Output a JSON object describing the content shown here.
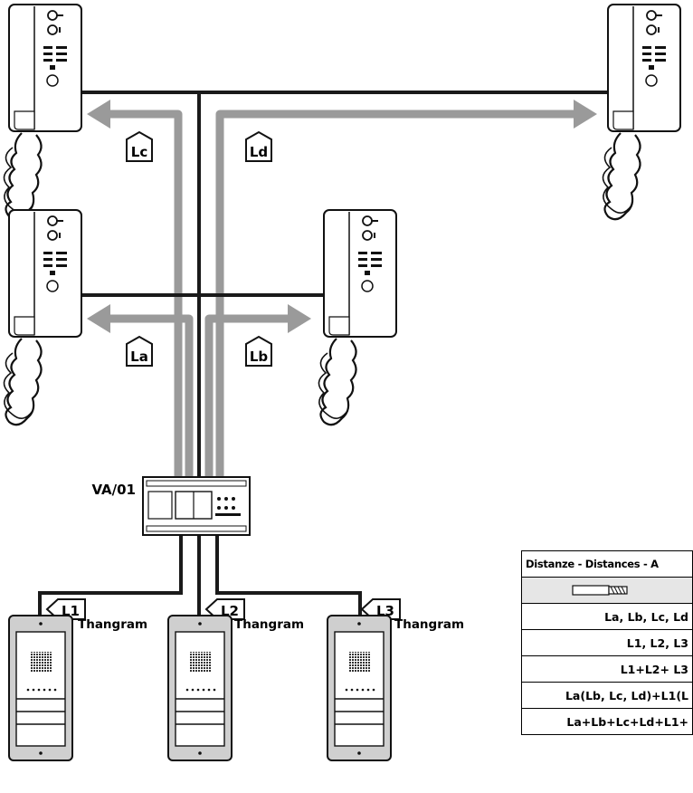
{
  "central_unit": {
    "label": "VA/01"
  },
  "branch_labels": {
    "la": "La",
    "lb": "Lb",
    "lc": "Lc",
    "ld": "Ld",
    "l1": "L1",
    "l2": "L2",
    "l3": "L3"
  },
  "panels": [
    {
      "name": "Thangram"
    },
    {
      "name": "Thangram"
    },
    {
      "name": "Thangram"
    }
  ],
  "table": {
    "header": "Distanze - Distances - A",
    "rows": [
      "La, Lb, Lc, Ld",
      "L1, L2, L3",
      "L1+L2+ L3",
      "La(Lb, Lc, Ld)+L1(L",
      "La+Lb+Lc+Ld+L1+"
    ]
  },
  "colors": {
    "wire": "#1a1a1a",
    "arrow": "#9a9a9a",
    "device": "#ffffff",
    "panel": "#cfcfcf"
  }
}
